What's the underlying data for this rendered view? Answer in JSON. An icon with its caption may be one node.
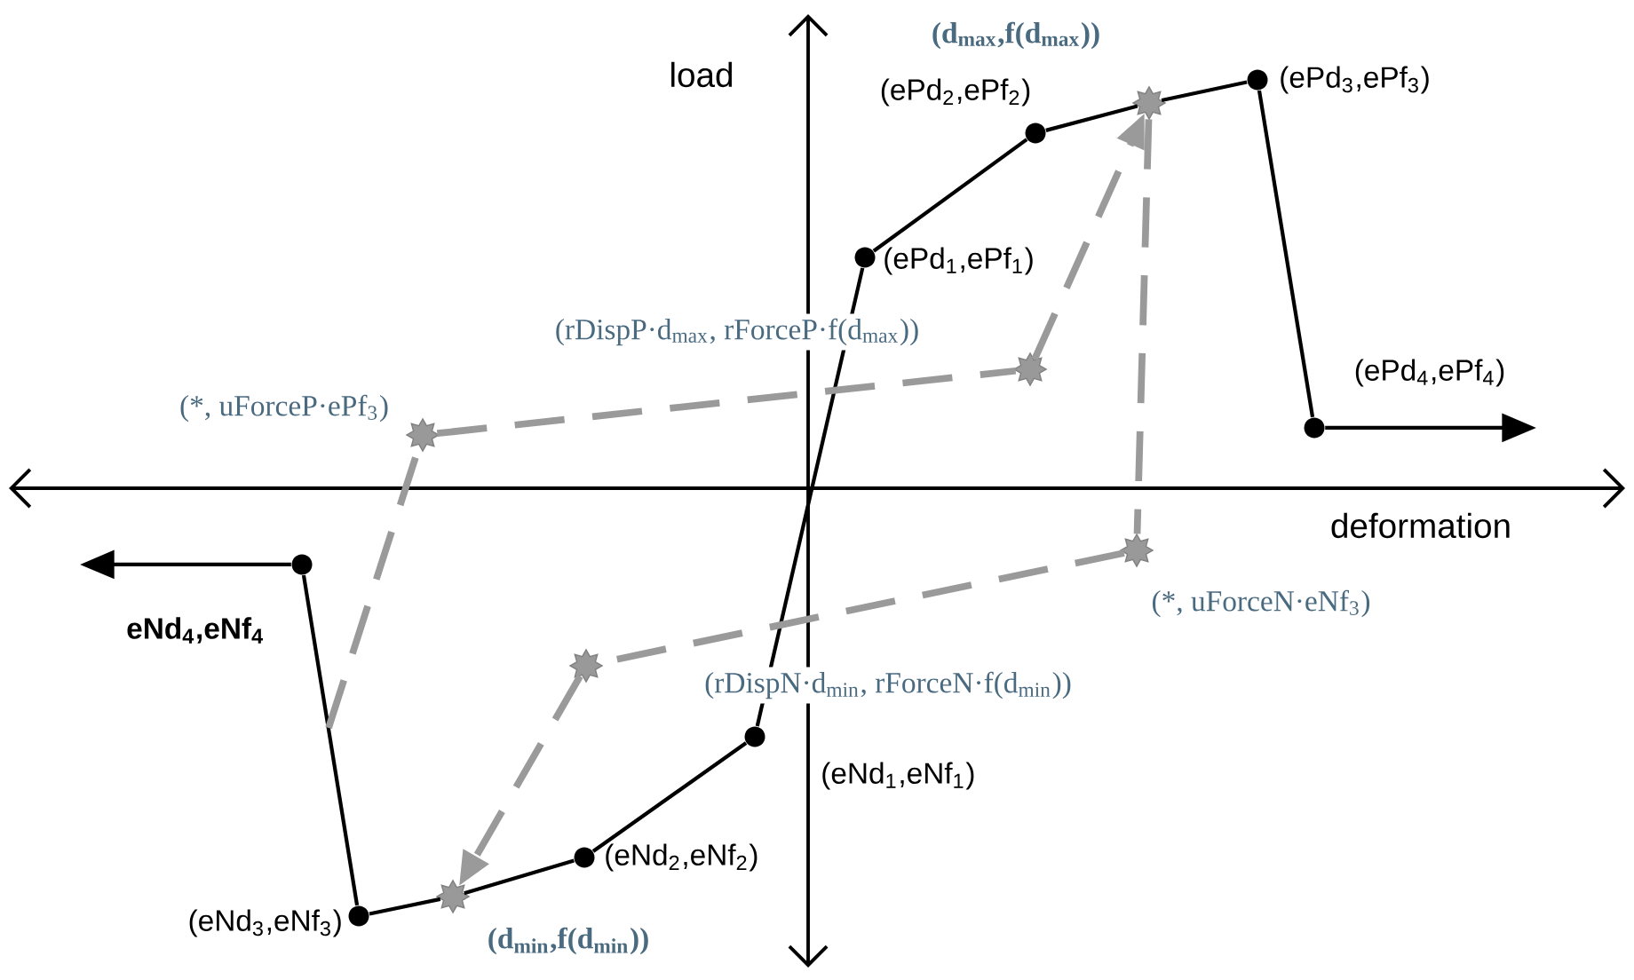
{
  "diagram": {
    "nodes": [
      {
        "text": [],
        "shape": "star",
        "beside": [
          "(d$_{max}$,f(d$_{max}$))"
        ]
      },
      {
        "text": [],
        "shape": "circle",
        "beside": [
          "(ePd$_{3}$,ePf$_{3}$)"
        ]
      },
      {
        "text": [],
        "shape": "circle",
        "beside": [
          "(ePd$_{2}$,ePf$_{2}$)"
        ]
      },
      {
        "text": [],
        "shape": "circle",
        "beside": [
          "(ePd$_{1}$,ePf$_{1}$)"
        ]
      },
      {
        "text": [],
        "shape": "star"
      },
      {
        "text": [],
        "shape": "circle",
        "beside": [
          "(ePd$_{4}$,ePf$_{4}$)"
        ]
      },
      {
        "text": [],
        "shape": "star",
        "beside": [
          "(*, uForceP·ePf$_{3}$)"
        ]
      },
      {
        "text": [],
        "shape": "star",
        "beside": [
          "(*, uForceN·eNf$_{3}$)"
        ]
      },
      {
        "text": [],
        "shape": "circle",
        "beside": [
          "eNd$_{4}$,eNf$_{4}$"
        ]
      },
      {
        "text": [],
        "shape": "star"
      },
      {
        "text": [],
        "shape": "circle",
        "beside": [
          "(eNd$_{1}$,eNf$_{1}$)"
        ]
      },
      {
        "text": [],
        "shape": "circle",
        "beside": [
          "(eNd$_{2}$,eNf$_{2}$)"
        ]
      },
      {
        "text": [],
        "shape": "circle",
        "beside": [
          "(eNd$_{3}$,eNf$_{3}$)"
        ]
      },
      {
        "text": [],
        "shape": "star",
        "beside": [
          "(d$_{min}$,f(d$_{min}$))"
        ]
      }
    ],
    "edges": [
      {
        "from": 8,
        "to": null,
        "arrow": "to"
      },
      {
        "from": 8,
        "to": 12,
        "arrow": "none"
      },
      {
        "from": 12,
        "to": 13,
        "arrow": "none"
      },
      {
        "from": 13,
        "to": 11,
        "arrow": "none"
      },
      {
        "from": 11,
        "to": 10,
        "arrow": "none"
      },
      {
        "from": 10,
        "to": 3,
        "arrow": "none"
      },
      {
        "from": 3,
        "to": 2,
        "arrow": "none"
      },
      {
        "from": 2,
        "to": 0,
        "arrow": "none"
      },
      {
        "from": 0,
        "to": 1,
        "arrow": "none"
      },
      {
        "from": 1,
        "to": 5,
        "arrow": "none"
      },
      {
        "from": 5,
        "to": null,
        "arrow": "to"
      },
      {
        "from": 0,
        "to": 7,
        "arrow": "none",
        "style": "dashed",
        "color": "#9a9a9a"
      },
      {
        "from": 7,
        "to": 9,
        "arrow": "none",
        "style": "dashed",
        "color": "#9a9a9a"
      },
      {
        "from": 9,
        "to": 13,
        "arrow": "to",
        "style": "dashed",
        "color": "#9a9a9a"
      },
      {
        "from": null,
        "to": 6,
        "arrow": "none",
        "style": "dashed",
        "color": "#9a9a9a"
      },
      {
        "from": 6,
        "to": 4,
        "arrow": "none",
        "style": "dashed",
        "color": "#9a9a9a"
      },
      {
        "from": 4,
        "to": 0,
        "arrow": "to",
        "style": "dashed",
        "color": "#9a9a9a"
      }
    ],
    "labels": [
      "load",
      "(rDispP·d$_{max}$, rForceP·f(d$_{max}$))",
      "deformation",
      "(rDispN·d$_{min}$, rForceN·f(d$_{min}$))"
    ]
  }
}
